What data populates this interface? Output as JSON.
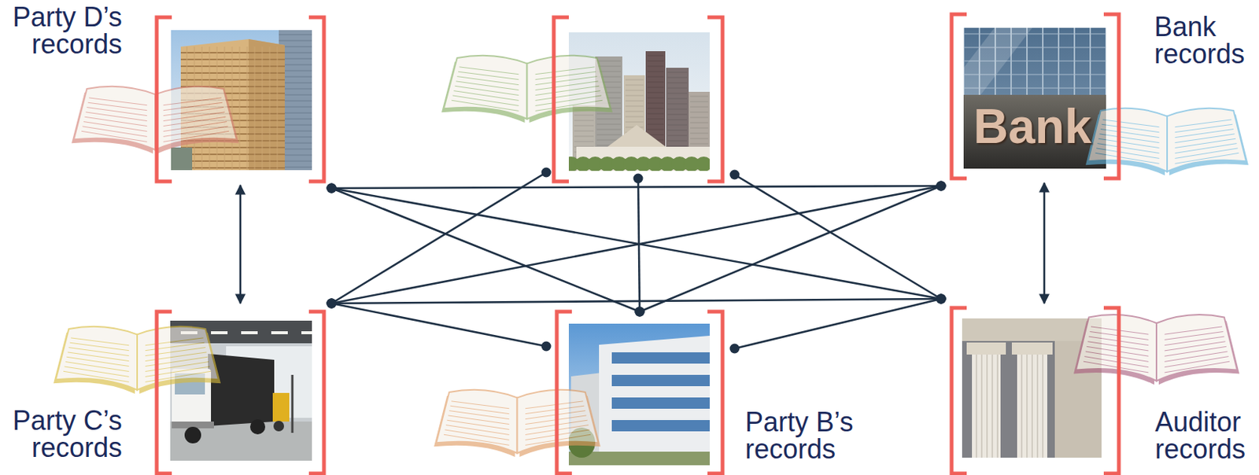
{
  "diagram": {
    "nodes": [
      {
        "text": [
          "Party D’s records"
        ]
      },
      {
        "text": []
      },
      {
        "text": [
          "Bank records"
        ]
      },
      {
        "text": [
          "Party C’s records"
        ]
      },
      {
        "text": [
          "Party B’s records"
        ]
      },
      {
        "text": [
          "Auditor records"
        ]
      }
    ],
    "edges": [
      {
        "from": 0,
        "to": 2,
        "arrow": "none"
      },
      {
        "from": 0,
        "to": 4,
        "arrow": "none"
      },
      {
        "from": 0,
        "to": 5,
        "arrow": "none"
      },
      {
        "from": 1,
        "to": 3,
        "arrow": "none"
      },
      {
        "from": 1,
        "to": 4,
        "arrow": "none"
      },
      {
        "from": 1,
        "to": 5,
        "arrow": "none"
      },
      {
        "from": 2,
        "to": 3,
        "arrow": "none"
      },
      {
        "from": 2,
        "to": 4,
        "arrow": "none"
      },
      {
        "from": 3,
        "to": 5,
        "arrow": "none"
      },
      {
        "from": 3,
        "to": 4,
        "arrow": "none"
      },
      {
        "from": 4,
        "to": 5,
        "arrow": "none"
      },
      {
        "from": 0,
        "to": 3,
        "arrow": "both"
      },
      {
        "from": 2,
        "to": 5,
        "arrow": "both"
      }
    ],
    "labels": [
      "Bank"
    ]
  }
}
